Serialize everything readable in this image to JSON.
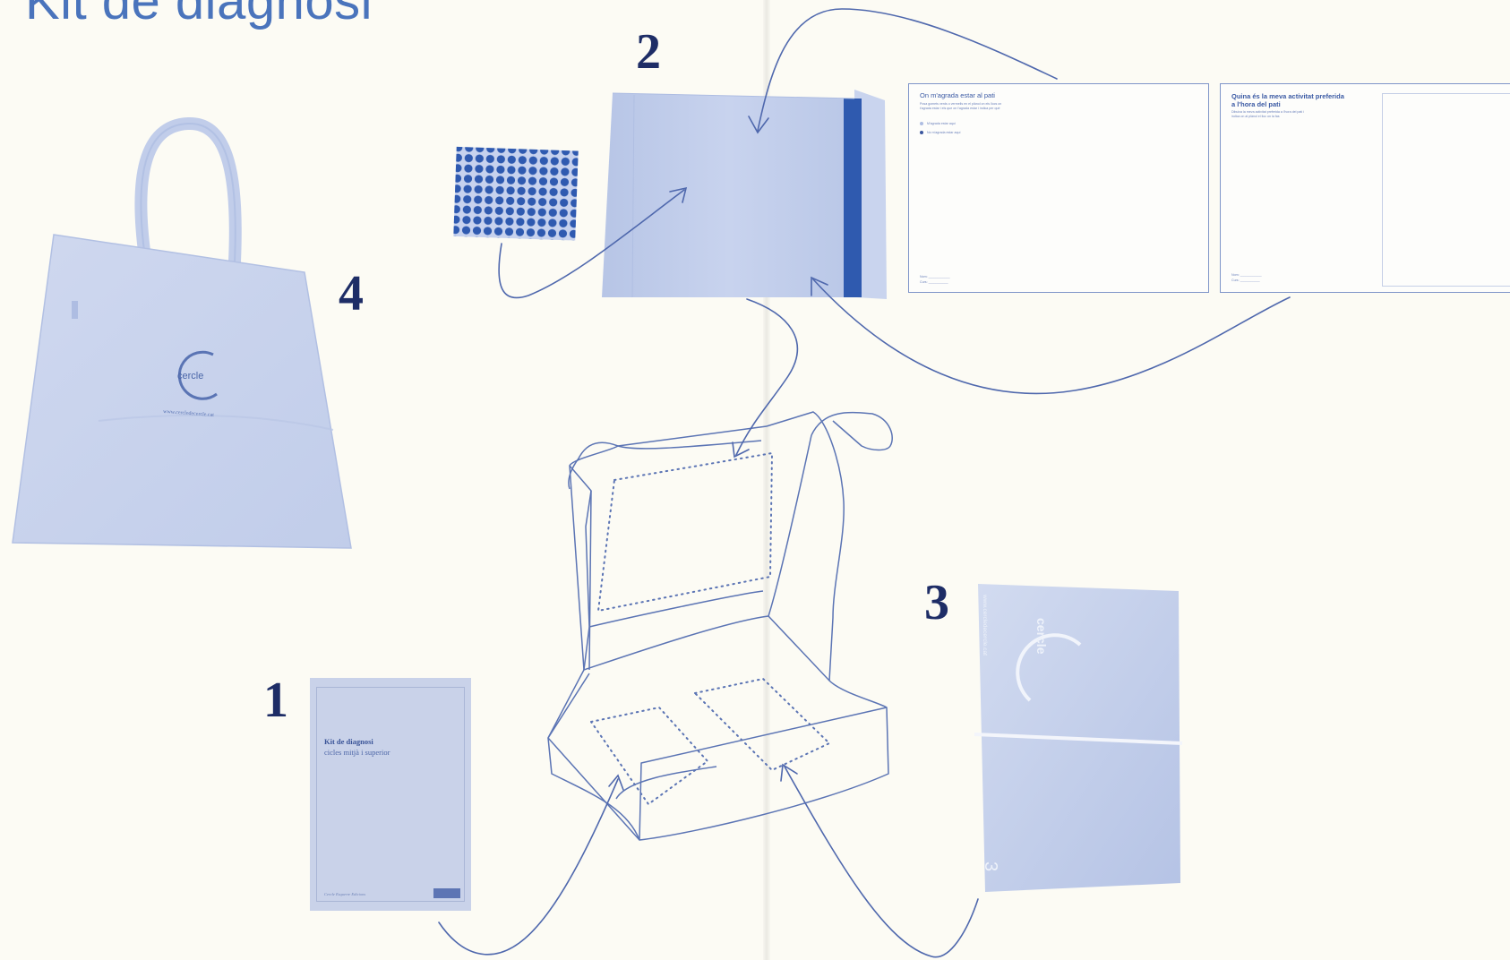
{
  "title": "Kit de diagnosi",
  "step_numbers": {
    "one": "1",
    "two": "2",
    "three": "3",
    "four": "4"
  },
  "colors": {
    "background": "#fcfbf4",
    "title": "#4a74bc",
    "numbers": "#1e2d66",
    "ink": "#4f68ad",
    "objects": "#cdd6ee"
  },
  "booklet": {
    "title": "Kit de diagnosi",
    "subtitle": "cicles mitjà i superior",
    "footer": "Cercle Esquerre Edicions"
  },
  "bag": {
    "logo_text": "cercle",
    "url": "www.cercledecercle.cat"
  },
  "folder_3": {
    "logo_text": "cercle",
    "spine_text": "www.cercledecercle.cat"
  },
  "sheets": [
    {
      "title": "On m'agrada estar al pati",
      "instructions": [
        "Posa gomets verds o vermells en el plànol on els llocs on",
        "t'agrada estar i els que on t'agrada estar i indica per què"
      ],
      "legend": [
        "M'agrada estar aquí",
        "No m'agrada estar aquí"
      ],
      "fields": [
        "Nom: ____________",
        "Curs: ___________"
      ]
    },
    {
      "title_lines": [
        "Quina és la meva activitat preferida",
        "a l'hora del pati"
      ],
      "instructions": [
        "Dibuixa la meva activitat preferida a l'hora del pati i",
        "indica on al plànol el lloc on la fas"
      ],
      "fields": [
        "Nom: ____________",
        "Curs: ___________"
      ]
    }
  ]
}
